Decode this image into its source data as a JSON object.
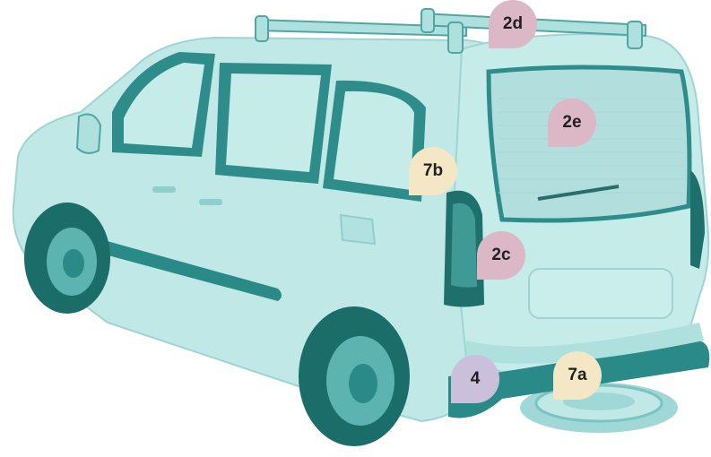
{
  "diagram": {
    "subject": "rear three-quarter view of van",
    "colors": {
      "body": "#bfe8e7",
      "body_shade": "#8fd0cf",
      "dark_teal": "#1f7f7c",
      "glass": "#2e8d8a",
      "tyre": "#1b6d6a",
      "pink_callout": "#dcb7c5",
      "cream_callout": "#f3e7c6",
      "lilac_callout": "#cbc0dc"
    },
    "callouts": {
      "c2d": {
        "label": "2d",
        "target": "roof bars"
      },
      "c2e": {
        "label": "2e",
        "target": "rear window"
      },
      "c7b": {
        "label": "7b",
        "target": "tailgate handle area"
      },
      "c2c": {
        "label": "2c",
        "target": "rear lamp"
      },
      "c4": {
        "label": "4",
        "target": "rear bumper corner"
      },
      "c7a": {
        "label": "7a",
        "target": "spare wheel"
      }
    }
  }
}
